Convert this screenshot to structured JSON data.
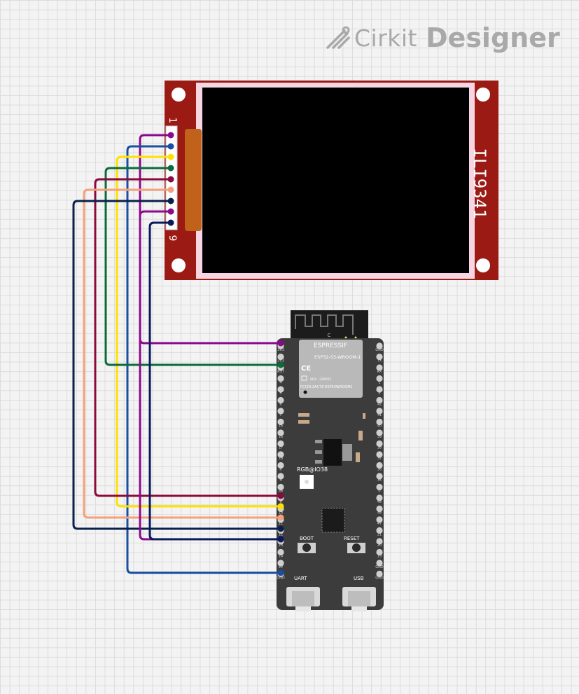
{
  "brand": {
    "name": "Cirkit",
    "product": "Designer"
  },
  "display": {
    "model": "ILI9341",
    "pin_first": "1",
    "pin_last": "9"
  },
  "board": {
    "module_maker": "ESPRESSIF",
    "module_name": "ESP32-S3-WROOM-1",
    "module_cert": "003 - 220052",
    "module_fcc": "FCCID:2AC7Z-ESPS3WROOM1",
    "antenna_mark": "C",
    "led_label": "RGB@IO38",
    "boot_label": "BOOT",
    "reset_label": "RESET",
    "uart_label": "UART",
    "usb_label": "USB",
    "left_pins": [
      "3V3",
      "3V3",
      "RST",
      "4",
      "5",
      "6",
      "7",
      "15",
      "16",
      "17",
      "18",
      "8",
      "3",
      "46",
      "9",
      "10",
      "11",
      "12",
      "13",
      "14",
      "5V",
      "GND"
    ],
    "right_pins": [
      "GND",
      "TX",
      "RX",
      "1",
      "2",
      "42",
      "41",
      "40",
      "39",
      "38",
      "37",
      "36",
      "35",
      "0",
      "45",
      "48",
      "47",
      "21",
      "20",
      "19",
      "GND",
      "GND"
    ]
  },
  "wires": [
    {
      "color": "#8b0a8b"
    },
    {
      "color": "#1a4fa0"
    },
    {
      "color": "#ffe100"
    },
    {
      "color": "#0b6b3a"
    },
    {
      "color": "#8b0a3c"
    },
    {
      "color": "#f5a07a"
    },
    {
      "color": "#0a1f4a"
    },
    {
      "color": "#8b0a8b"
    },
    {
      "color": "#0a1a5a"
    }
  ]
}
